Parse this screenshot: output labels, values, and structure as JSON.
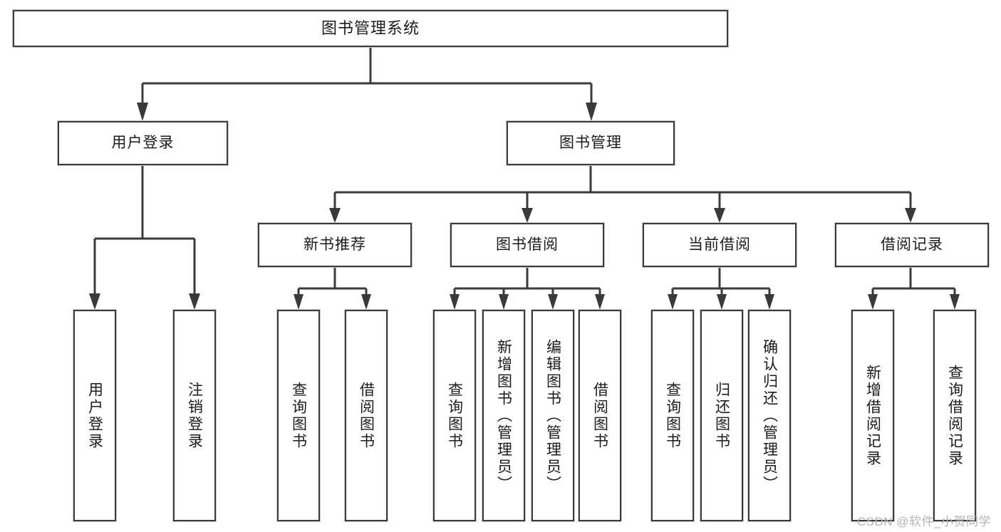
{
  "diagram": {
    "title": "图书管理系统",
    "type": "tree-hierarchy",
    "root": {
      "label": "图书管理系统"
    },
    "level2": [
      {
        "label": "用户登录"
      },
      {
        "label": "图书管理"
      }
    ],
    "level3": [
      {
        "label": "新书推荐"
      },
      {
        "label": "图书借阅"
      },
      {
        "label": "当前借阅"
      },
      {
        "label": "借阅记录"
      }
    ],
    "leaves": {
      "user_login": [
        {
          "label": "用户登录"
        },
        {
          "label": "注销登录"
        }
      ],
      "new_book_recommend": [
        {
          "label": "查询图书"
        },
        {
          "label": "借阅图书"
        }
      ],
      "book_borrow": [
        {
          "label": "查询图书"
        },
        {
          "label": "新增图书（管理员）"
        },
        {
          "label": "编辑图书（管理员）"
        },
        {
          "label": "借阅图书"
        }
      ],
      "current_borrow": [
        {
          "label": "查询图书"
        },
        {
          "label": "归还图书"
        },
        {
          "label": "确认归还（管理员）"
        }
      ],
      "borrow_record": [
        {
          "label": "新增借阅记录"
        },
        {
          "label": "查询借阅记录"
        }
      ]
    }
  },
  "watermark": {
    "text": "CSDN @软件_小贺同学"
  },
  "colors": {
    "box_border": "#3a3a3a",
    "box_fill": "#ffffff",
    "line": "#3a3a3a",
    "text": "#1b1b1b",
    "watermark": "#b4b4b4"
  }
}
